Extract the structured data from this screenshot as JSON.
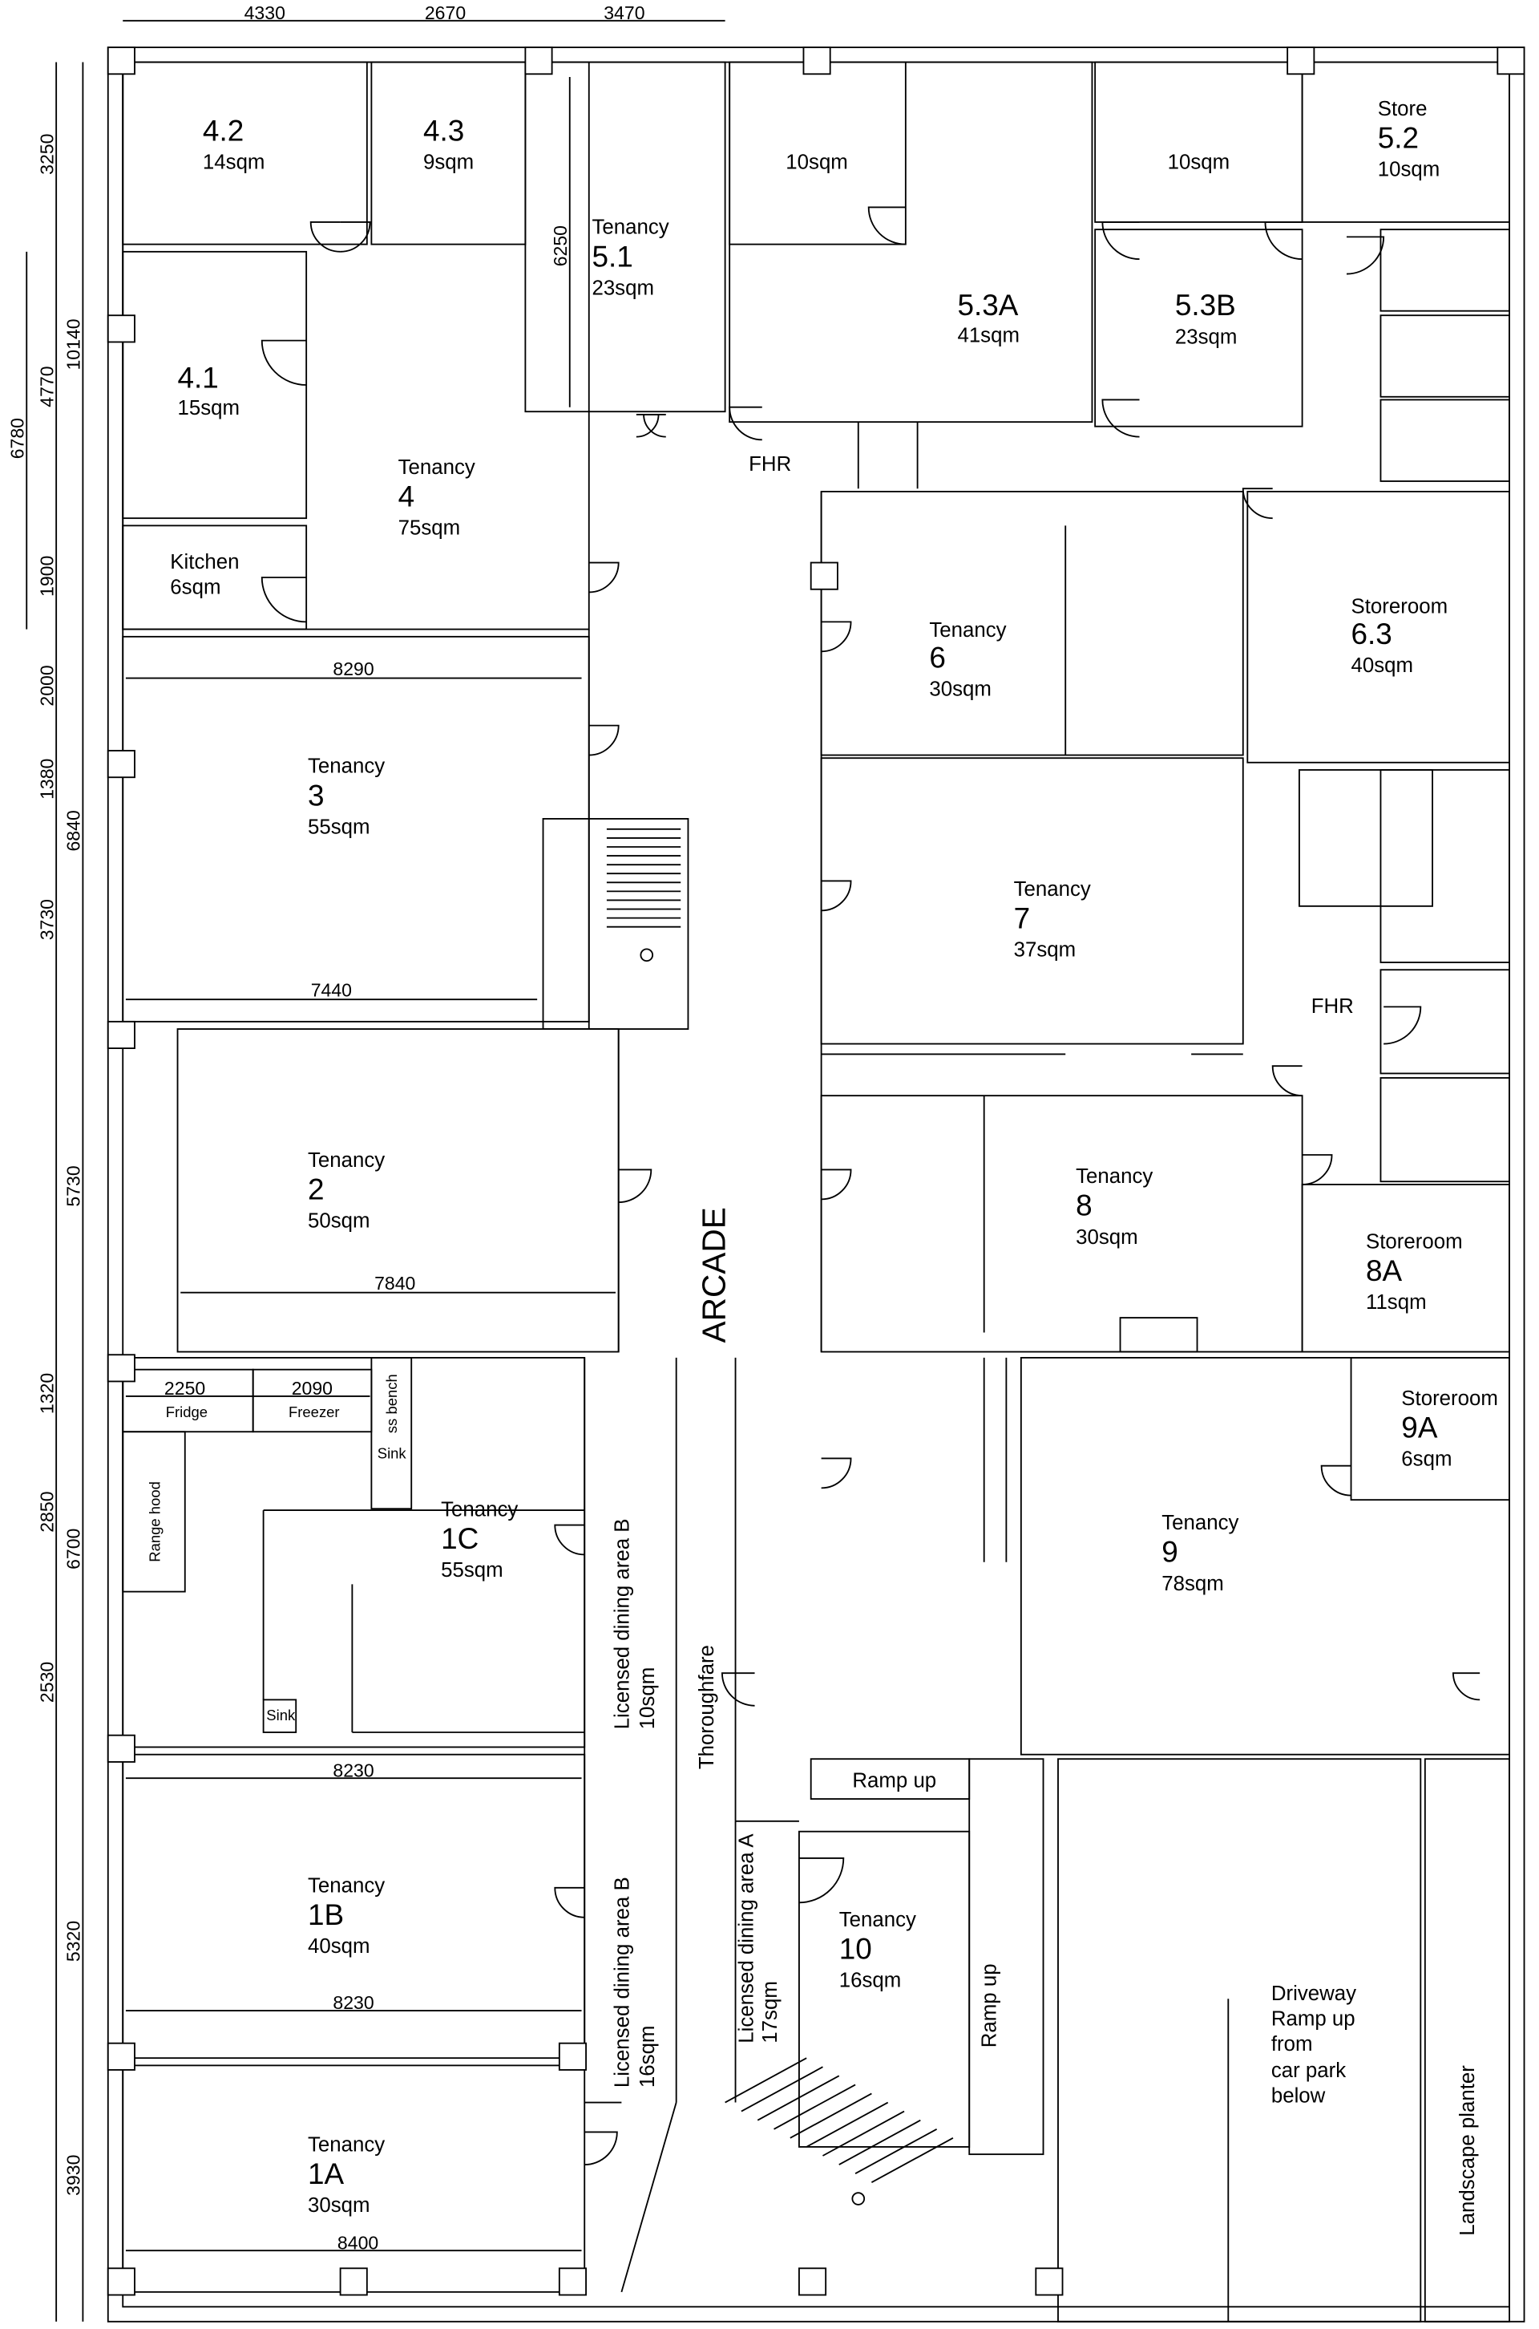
{
  "rooms": {
    "t42": {
      "num": "4.2",
      "area": "14sqm"
    },
    "t43": {
      "num": "4.3",
      "area": "9sqm"
    },
    "t41": {
      "num": "4.1",
      "area": "15sqm"
    },
    "kitchen": {
      "name": "Kitchen",
      "area": "6sqm"
    },
    "t4": {
      "name": "Tenancy",
      "num": "4",
      "area": "75sqm"
    },
    "t51": {
      "name": "Tenancy",
      "num": "5.1",
      "area": "23sqm"
    },
    "r10a": {
      "area": "10sqm"
    },
    "t53a": {
      "num": "5.3A",
      "area": "41sqm"
    },
    "r10b": {
      "area": "10sqm"
    },
    "t53b": {
      "num": "5.3B",
      "area": "23sqm"
    },
    "s52": {
      "name": "Store",
      "num": "5.2",
      "area": "10sqm"
    },
    "t6": {
      "name": "Tenancy",
      "num": "6",
      "area": "30sqm"
    },
    "s63": {
      "name": "Storeroom",
      "num": "6.3",
      "area": "40sqm"
    },
    "t3": {
      "name": "Tenancy",
      "num": "3",
      "area": "55sqm"
    },
    "t7": {
      "name": "Tenancy",
      "num": "7",
      "area": "37sqm"
    },
    "t2": {
      "name": "Tenancy",
      "num": "2",
      "area": "50sqm"
    },
    "t8": {
      "name": "Tenancy",
      "num": "8",
      "area": "30sqm"
    },
    "s8a": {
      "name": "Storeroom",
      "num": "8A",
      "area": "11sqm"
    },
    "t1c": {
      "name": "Tenancy",
      "num": "1C",
      "area": "55sqm"
    },
    "t9": {
      "name": "Tenancy",
      "num": "9",
      "area": "78sqm"
    },
    "s9a": {
      "name": "Storeroom",
      "num": "9A",
      "area": "6sqm"
    },
    "t1b": {
      "name": "Tenancy",
      "num": "1B",
      "area": "40sqm"
    },
    "t10": {
      "name": "Tenancy",
      "num": "10",
      "area": "16sqm"
    },
    "t1a": {
      "name": "Tenancy",
      "num": "1A",
      "area": "30sqm"
    }
  },
  "labels": {
    "arcade": "ARCADE",
    "fhr": "FHR",
    "dining_b1": "Licensed dining area B",
    "dining_b1_area": "10sqm",
    "dining_b2": "Licensed dining area B",
    "dining_b2_area": "16sqm",
    "dining_a": "Licensed dining area A",
    "dining_a_area": "17sqm",
    "thoroughfare": "Thoroughfare",
    "ramp_up": "Ramp up",
    "driveway": [
      "Driveway",
      "Ramp up",
      "from",
      "car park",
      "below"
    ],
    "planter": "Landscape planter",
    "fridge": "Fridge",
    "freezer": "Freezer",
    "ss_bench": "ss bench",
    "sink": "Sink",
    "range_hood": "Range hood"
  },
  "dimensions": {
    "top": [
      "4330",
      "2670",
      "3470"
    ],
    "left": [
      "3250",
      "10140",
      "4770",
      "6780",
      "1900",
      "2000",
      "1380",
      "6840",
      "3730",
      "5730",
      "1320",
      "2850",
      "6700",
      "2530",
      "5320",
      "3930"
    ],
    "d6250": "6250",
    "d8290": "8290",
    "d7440": "7440",
    "d7840": "7840",
    "d2250": "2250",
    "d2090": "2090",
    "d8230a": "8230",
    "d8230b": "8230",
    "d8400": "8400"
  }
}
